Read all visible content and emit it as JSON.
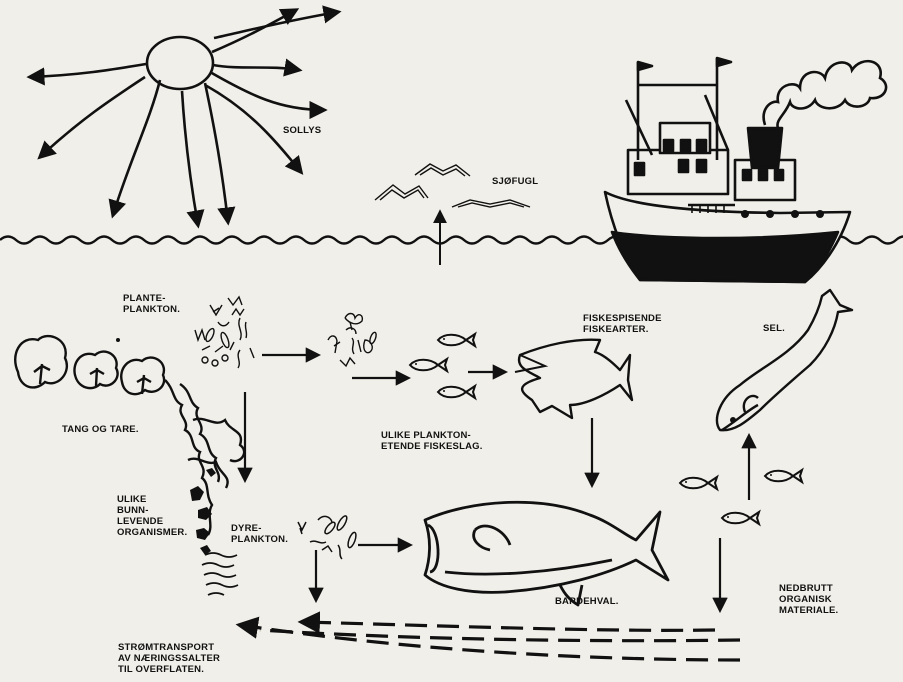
{
  "labels": {
    "sollys": "SOLLYS",
    "sjofugl": "SJØFUGL",
    "planteplankton": [
      "PLANTE-",
      "PLANKTON."
    ],
    "fiskespisende": [
      "FISKESPISENDE",
      "FISKEARTER."
    ],
    "sel": "SEL.",
    "tang": "TANG OG TARE.",
    "plankton_fish": [
      "ULIKE PLANKTON-",
      "ETENDE FISKESLAG."
    ],
    "bunnlevende": [
      "ULIKE",
      "BUNN-",
      "LEVENDE",
      "ORGANISMER."
    ],
    "dyreplankton": [
      "DYRE-",
      "PLANKTON."
    ],
    "bardehval": "BARDEHVAL.",
    "nedbrutt": [
      "NEDBRUTT",
      "ORGANISK",
      "MATERIALE."
    ],
    "stromtransport": [
      "STRØMTRANSPORT",
      "AV NÆRINGSSALTER",
      "TIL OVERFLATEN."
    ]
  },
  "colors": {
    "ink": "#111111",
    "paper": "#f1efe9",
    "bleed": "#b9b5ad"
  }
}
